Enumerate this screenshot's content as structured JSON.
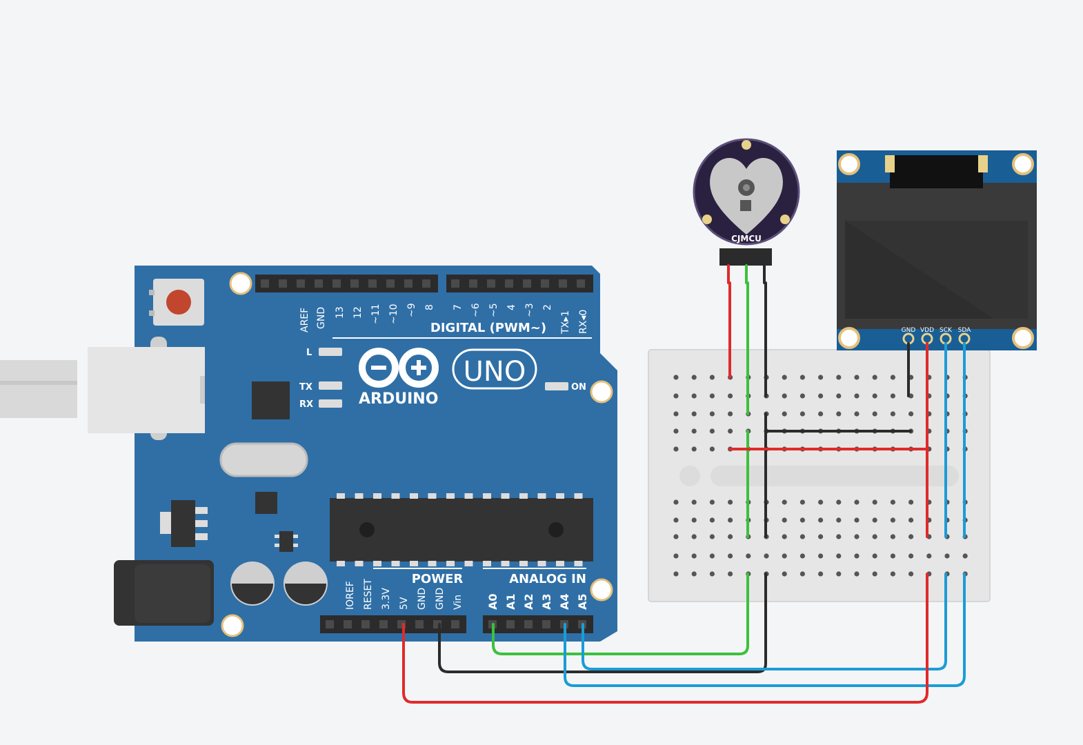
{
  "colors": {
    "background": "#f3f5f7",
    "board": "#2f6fa6",
    "board_dark": "#245d8f",
    "header": "#2b2b2b",
    "chip": "#333333",
    "wire_red": "#e02a2a",
    "wire_green": "#3cc03c",
    "wire_black": "#2b2b2b",
    "wire_blue": "#1b9cd6",
    "oled_pcb": "#1a5e96",
    "oled_screen": "#333333",
    "sensor_pcb": "#2a2140",
    "breadboard": "#e6e6e6"
  },
  "arduino": {
    "brand": "ARDUINO",
    "model": "UNO",
    "digital_label": "DIGITAL (PWM~)",
    "power_label": "POWER",
    "analog_label": "ANALOG IN",
    "led_l": "L",
    "led_tx": "TX",
    "led_rx": "RX",
    "led_on": "ON",
    "digital_pins": [
      "AREF",
      "GND",
      "13",
      "12",
      "~11",
      "~10",
      "~9",
      "8",
      "7",
      "~6",
      "~5",
      "4",
      "~3",
      "2",
      "TX▸1",
      "RX◂0"
    ],
    "power_pins": [
      "IOREF",
      "RESET",
      "3.3V",
      "5V",
      "GND",
      "GND",
      "Vin"
    ],
    "analog_pins": [
      "A0",
      "A1",
      "A2",
      "A3",
      "A4",
      "A5"
    ]
  },
  "sensor": {
    "label": "CJMCU",
    "icon": "heart-icon"
  },
  "oled": {
    "pins": [
      "GND",
      "VDD",
      "SCK",
      "SDA"
    ]
  }
}
